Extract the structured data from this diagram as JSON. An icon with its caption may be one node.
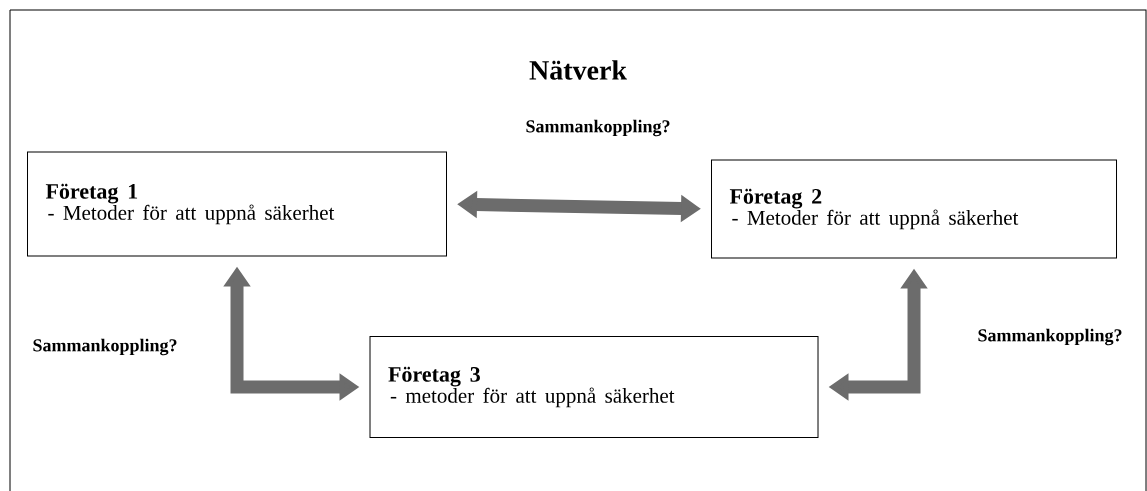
{
  "diagram": {
    "title": "Nätverk",
    "nodes": [
      {
        "text": [
          "Företag 1",
          "- Metoder för att uppnå säkerhet"
        ]
      },
      {
        "text": [
          "Företag 2",
          "- Metoder för att uppnå säkerhet"
        ]
      },
      {
        "text": [
          "Företag 3",
          "- metoder för att uppnå säkerhet"
        ]
      }
    ],
    "edges": [
      {
        "from": 0,
        "to": 1,
        "arrow": "both",
        "label": "Sammankoppling?"
      },
      {
        "from": 0,
        "to": 2,
        "arrow": "both",
        "label": "Sammankoppling?"
      },
      {
        "from": 1,
        "to": 2,
        "arrow": "both",
        "label": "Sammankoppling?"
      }
    ]
  }
}
